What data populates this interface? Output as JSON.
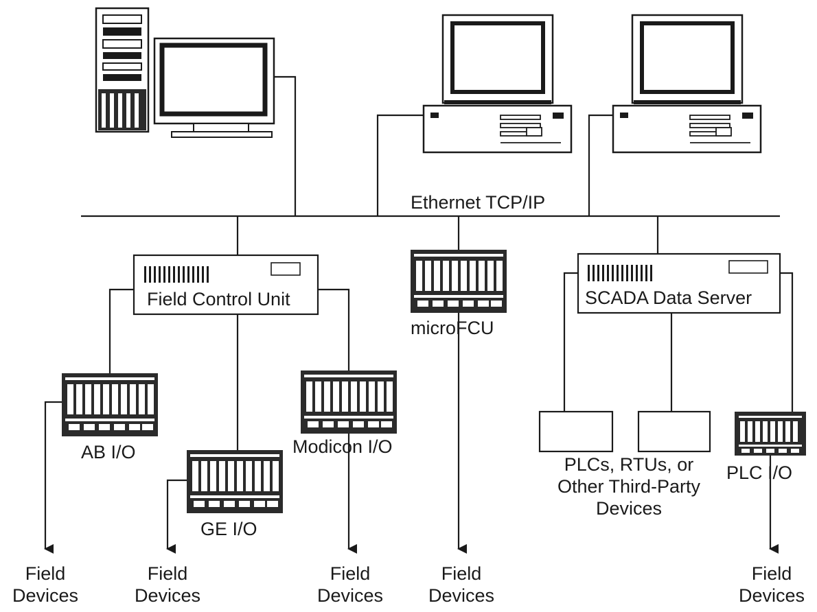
{
  "network": {
    "label": "Ethernet TCP/IP"
  },
  "field_control_unit": {
    "label": "Field Control Unit"
  },
  "microfcu": {
    "label": "microFCU"
  },
  "scada_server": {
    "label": "SCADA Data Server"
  },
  "ab_io": {
    "label": "AB I/O"
  },
  "ge_io": {
    "label": "GE I/O"
  },
  "modicon_io": {
    "label": "Modicon I/O"
  },
  "plc_io": {
    "label": "PLC I/O"
  },
  "third_party": {
    "lines": [
      "PLCs, RTUs, or",
      "Other Third-Party",
      "Devices"
    ]
  },
  "field_devices": {
    "line1": "Field",
    "line2": "Devices"
  }
}
